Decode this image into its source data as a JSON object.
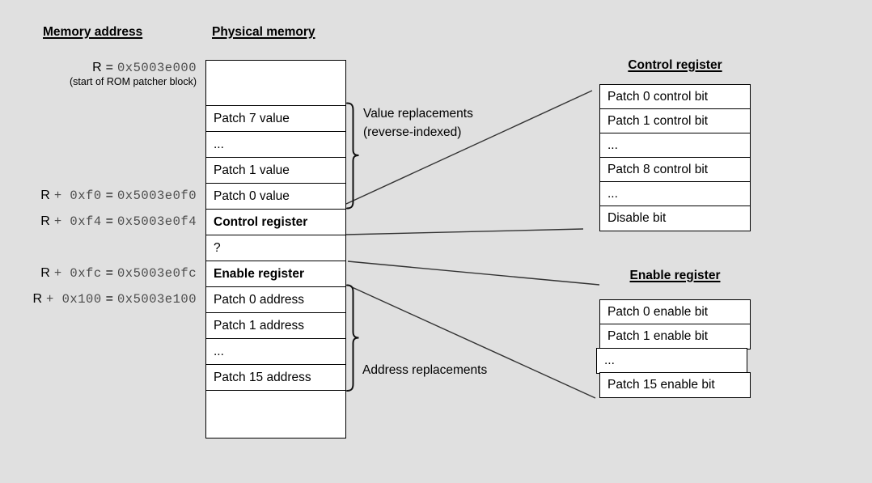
{
  "headers": {
    "memory_address": "Memory address",
    "physical_memory": "Physical memory"
  },
  "memory_addresses": [
    {
      "r": "R",
      "eq": "=",
      "hex": "0x5003e000",
      "note": "(start of ROM patcher block)"
    },
    {
      "r": "R",
      "offset": "+ 0xf0",
      "eq": "=",
      "hex": "0x5003e0f0"
    },
    {
      "r": "R",
      "offset": "+ 0xf4",
      "eq": "=",
      "hex": "0x5003e0f4"
    },
    {
      "r": "R",
      "offset": "+ 0xfc",
      "eq": "=",
      "hex": "0x5003e0fc"
    },
    {
      "r": "R",
      "offset": "+ 0x100",
      "eq": "=",
      "hex": "0x5003e100"
    }
  ],
  "memory_table": {
    "rows": [
      {
        "label": ""
      },
      {
        "label": "Patch 7 value"
      },
      {
        "label": "..."
      },
      {
        "label": "Patch 1 value"
      },
      {
        "label": "Patch 0 value"
      },
      {
        "label": "Control register"
      },
      {
        "label": "?"
      },
      {
        "label": "Enable register"
      },
      {
        "label": "Patch 0 address"
      },
      {
        "label": "Patch 1 address"
      },
      {
        "label": "..."
      },
      {
        "label": "Patch 15 address"
      },
      {
        "label": ""
      }
    ]
  },
  "control_register": {
    "title": "Control register",
    "rows": [
      "Patch 0 control bit",
      "Patch 1 control bit",
      "...",
      "Patch 8 control bit",
      "...",
      "Disable bit"
    ]
  },
  "enable_register": {
    "title": "Enable register",
    "rows": [
      "Patch 0 enable bit",
      "Patch 1 enable bit",
      "...",
      "Patch 15 enable bit"
    ]
  },
  "annotations": {
    "value_replacements": "Value replacements",
    "value_replacements_sub": "(reverse-indexed)",
    "address_replacements": "Address replacements"
  },
  "colors": {
    "background": "#e0e0e0",
    "cell_background": "#ffffff",
    "border": "#000000",
    "text": "#000000",
    "mono_text": "#4d4d4d",
    "connector_line": "#333333"
  }
}
